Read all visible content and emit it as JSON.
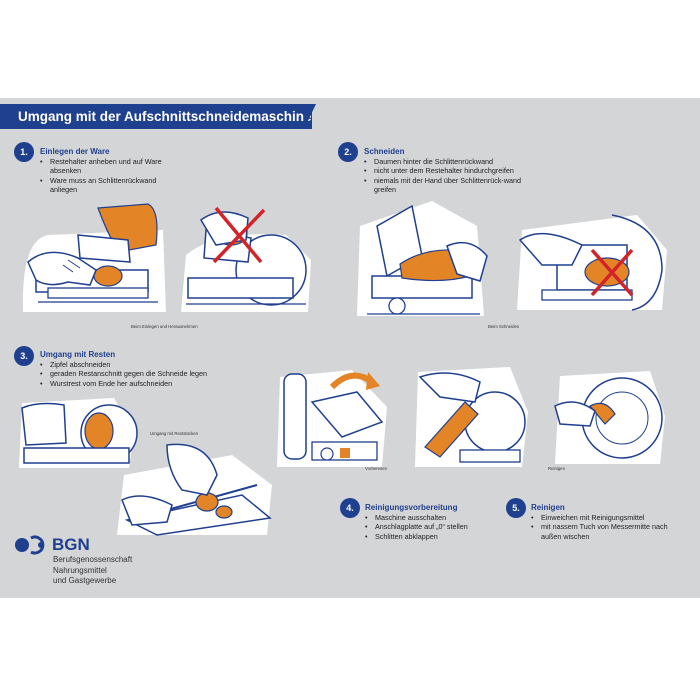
{
  "title": "Umgang mit der Aufschnittschneidemaschine",
  "colors": {
    "brand_blue": "#1f3f8f",
    "sausage_orange": "#e38526",
    "warning_red": "#d2232a",
    "background_gray": "#d4d5d7"
  },
  "sections": [
    {
      "number": "1.",
      "title": "Einlegen der Ware",
      "bullets": [
        "Restehalter anheben und auf Ware absenken",
        "Ware muss an Schlittenrückwand anliegen"
      ]
    },
    {
      "number": "2.",
      "title": "Schneiden",
      "bullets": [
        "Daumen hinter die Schlittenrückwand",
        "nicht unter dem Restehalter hindurchgreifen",
        "niemals mit der Hand über Schlittenrück-wand greifen"
      ]
    },
    {
      "number": "3.",
      "title": "Umgang mit Resten",
      "bullets": [
        "Zipfel abschneiden",
        "geraden Restanschnitt gegen die Schneide legen",
        "Wurstrest vom Ende her aufschneiden"
      ]
    },
    {
      "number": "4.",
      "title": "Reinigungsvorbereitung",
      "bullets": [
        "Maschine ausschalten",
        "Anschlagplatte auf „0“ stellen",
        "Schlitten abklappen"
      ]
    },
    {
      "number": "5.",
      "title": "Reinigen",
      "bullets": [
        "Einweichen mit Reinigungsmittel",
        "mit nassem Tuch von Messermitte nach außen wischen"
      ]
    }
  ],
  "captions": {
    "einlegen": "Beim Einlegen und Herausnehmen",
    "schneiden": "Beim Schneiden",
    "reste": "Umgang mit Reststücken",
    "vorbereiten": "Vorbereiten",
    "reinigen": "Reinigen"
  },
  "logo": {
    "abbr": "BGN",
    "lines": [
      "Berufsgenossenschaft",
      "Nahrungsmittel",
      "und Gastgewerbe"
    ]
  }
}
